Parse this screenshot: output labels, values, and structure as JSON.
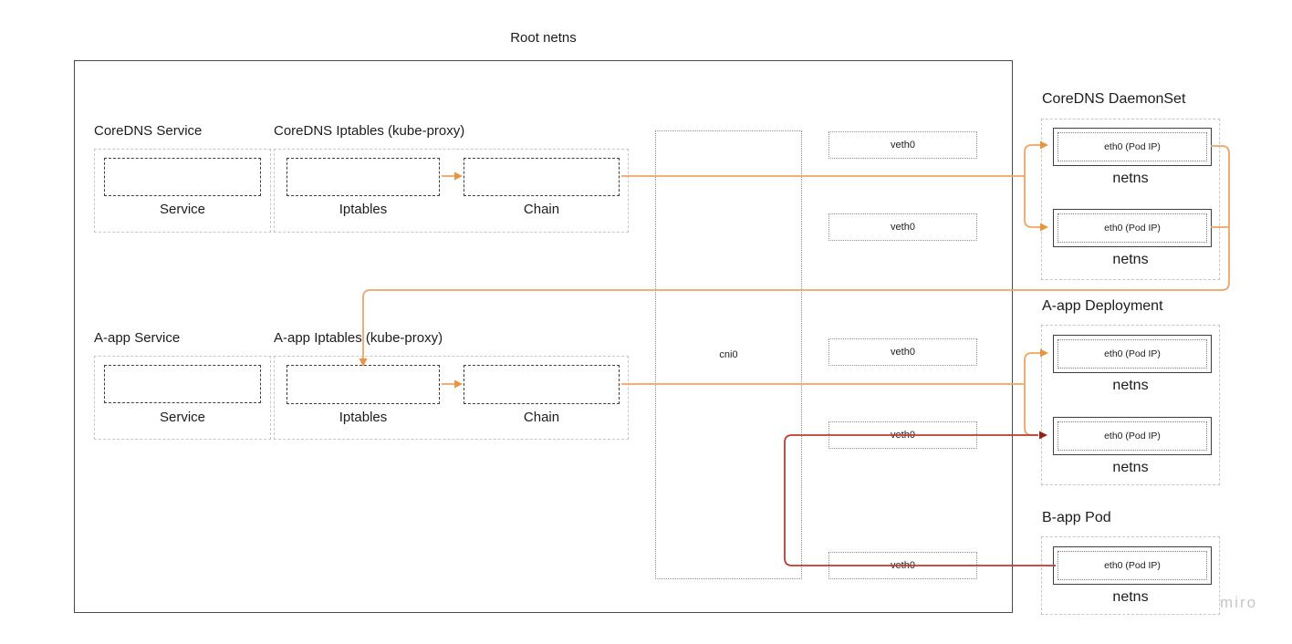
{
  "root": {
    "title": "Root netns",
    "rows": [
      {
        "service_label": "CoreDNS Service",
        "service_box": "Service",
        "iptables_label": "CoreDNS Iptables (kube-proxy)",
        "iptables_box": "Iptables",
        "chain_box": "Chain"
      },
      {
        "service_label": "A-app Service",
        "service_box": "Service",
        "iptables_label": "A-app Iptables (kube-proxy)",
        "iptables_box": "Iptables",
        "chain_box": "Chain"
      }
    ],
    "bridge_label": "cni0",
    "veths": [
      {
        "label": "veth0"
      },
      {
        "label": "veth0"
      },
      {
        "label": "veth0"
      },
      {
        "label": "veth0"
      },
      {
        "label": "veth0"
      }
    ]
  },
  "panels": [
    {
      "title": "CoreDNS DaemonSet",
      "pods": [
        {
          "eth": "eth0 (Pod IP)",
          "ns": "netns"
        },
        {
          "eth": "eth0 (Pod IP)",
          "ns": "netns"
        }
      ]
    },
    {
      "title": "A-app Deployment",
      "pods": [
        {
          "eth": "eth0 (Pod IP)",
          "ns": "netns"
        },
        {
          "eth": "eth0 (Pod IP)",
          "ns": "netns"
        }
      ]
    },
    {
      "title": "B-app Pod",
      "pods": [
        {
          "eth": "eth0 (Pod IP)",
          "ns": "netns"
        }
      ]
    }
  ],
  "watermark": "miro",
  "colors": {
    "orange_line": "#f1a464",
    "orange_arrow": "#ea9440",
    "red_line": "#c03a2e",
    "red_arrow": "#93211a"
  }
}
